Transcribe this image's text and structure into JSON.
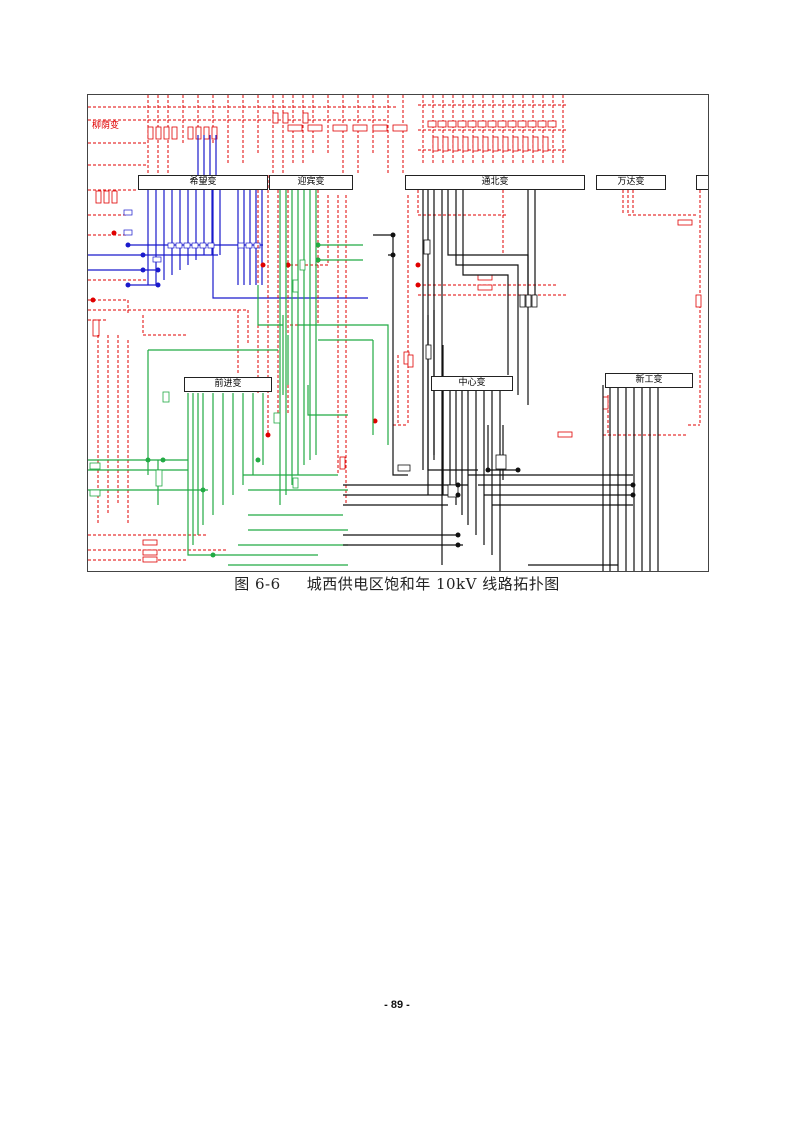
{
  "figure": {
    "stations": [
      {
        "id": "xiwang",
        "name": "希望变"
      },
      {
        "id": "yingbin",
        "name": "迎宾变"
      },
      {
        "id": "tongbei",
        "name": "通北变"
      },
      {
        "id": "wanda",
        "name": "万达变"
      },
      {
        "id": "qianjin",
        "name": "前进变"
      },
      {
        "id": "zhongxin",
        "name": "中心变"
      },
      {
        "id": "xingong",
        "name": "新工变"
      }
    ],
    "corner_label": "柳荫变",
    "colors": {
      "red": "#e00000",
      "blue": "#1a1acc",
      "green": "#22aa44",
      "black": "#111111"
    }
  },
  "caption": {
    "number": "图 6-6",
    "title": "城西供电区饱和年 10kV 线路拓扑图"
  },
  "page_number": "- 89 -"
}
